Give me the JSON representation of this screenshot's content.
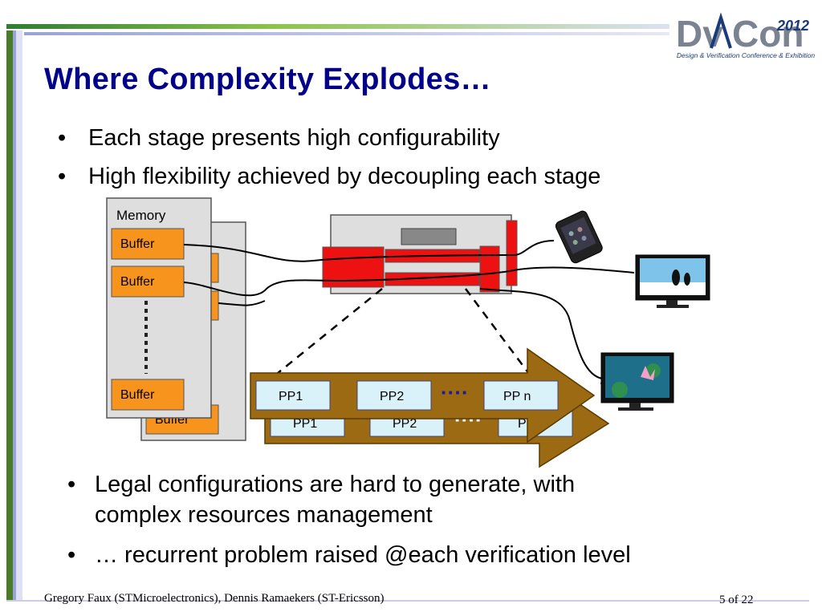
{
  "title": "Where Complexity Explodes…",
  "bullets_top": [
    "Each stage presents high configurability",
    "High flexibility achieved by decoupling each stage"
  ],
  "bullets_bottom": [
    "Legal configurations are hard to generate, with",
    "complex resources management",
    "… recurrent problem raised @each verification level"
  ],
  "bullet_glyph": "•",
  "diagram": {
    "memory_label": "Memory",
    "buffer_label": "Buffer",
    "pipeline_front": [
      "PP1",
      "PP2",
      "PP n"
    ],
    "pipeline_back": [
      "PP1",
      "PP2",
      "P"
    ],
    "dots": "····"
  },
  "logo": {
    "text_dv": "Dv",
    "text_con": "Con",
    "year": "2012",
    "subtitle": "Design & Verification Conference & Exhibition"
  },
  "footer": {
    "authors": "Gregory Faux (STMicroelectronics), Dennis Ramaekers (ST-Ericsson)",
    "page": "5 of 22"
  },
  "colors": {
    "title": "#00008b",
    "buffer_fill": "#f7941d",
    "pp_fill": "#d9f2fa",
    "arrow_fill": "#9b6a12",
    "block_red": "#ee1111"
  },
  "icons": [
    "smartphone-icon",
    "monitor-penguins-icon",
    "monitor-lotus-icon"
  ]
}
